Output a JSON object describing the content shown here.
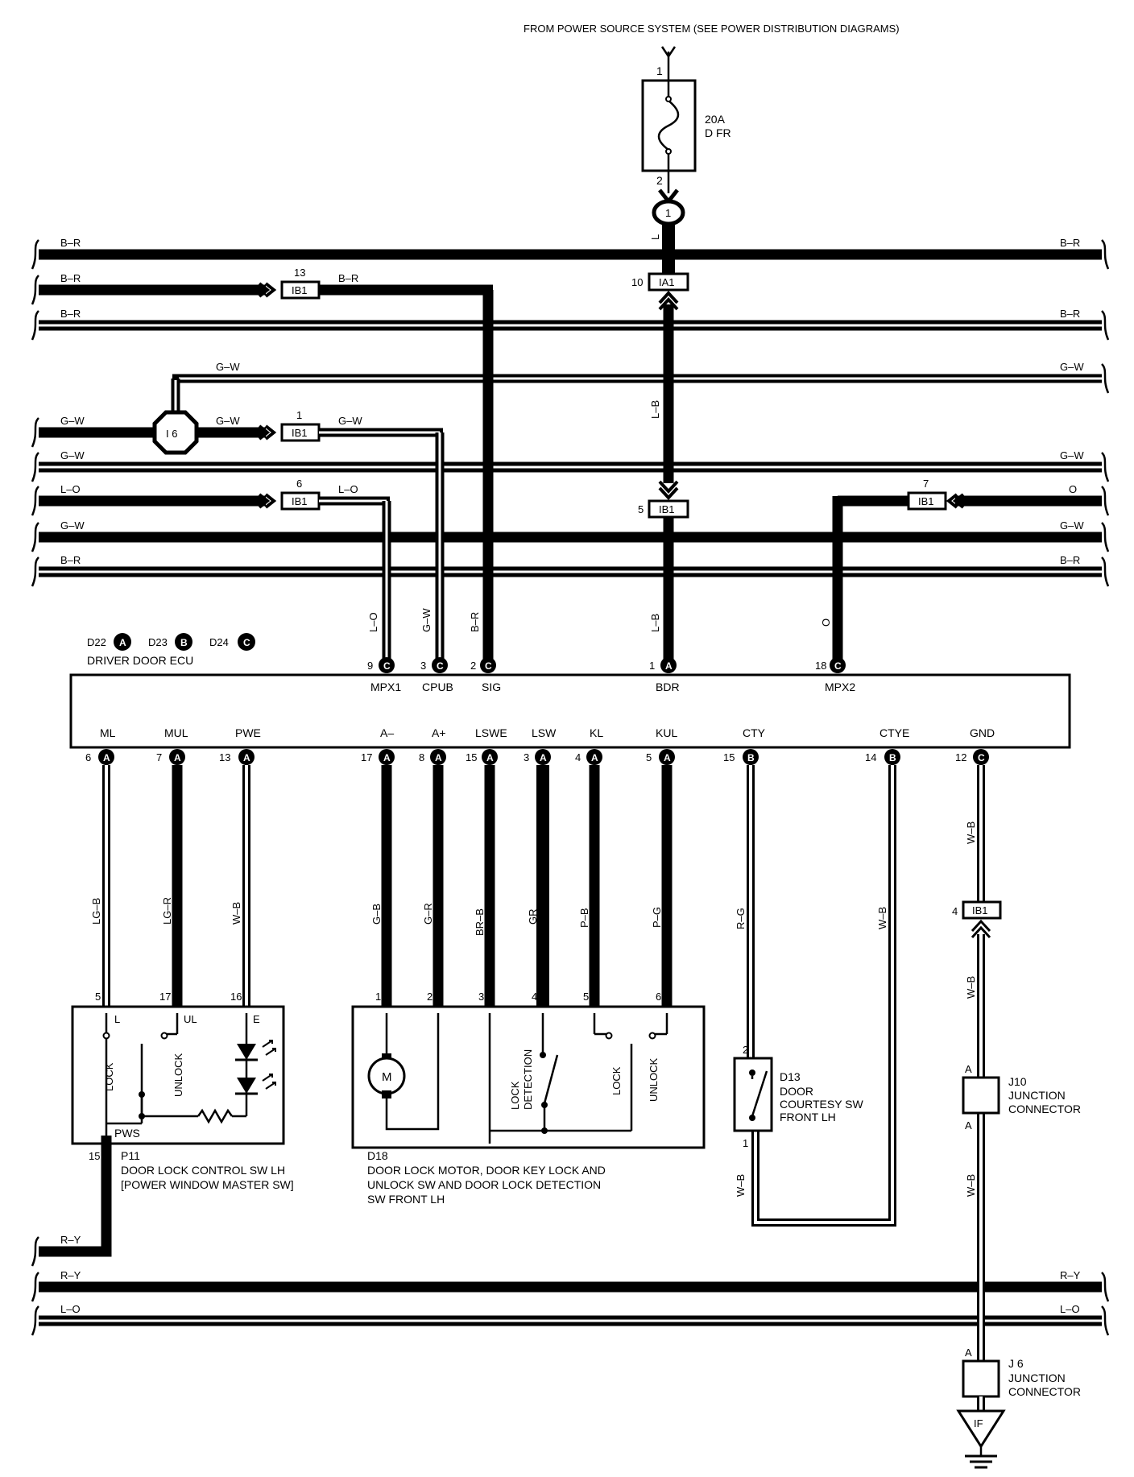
{
  "header": {
    "power_source": "FROM POWER SOURCE SYSTEM (SEE POWER DISTRIBUTION DIAGRAMS)"
  },
  "fuse": {
    "pin_in": "1",
    "pin_out": "2",
    "rating": "20A",
    "name": "D FR"
  },
  "ground_splice": {
    "label": "1"
  },
  "buses": {
    "top": [
      {
        "left": "B–R",
        "right": "B–R"
      },
      {
        "left": "B–R",
        "right": ""
      },
      {
        "left": "B–R",
        "right": "B–R"
      },
      {
        "left": "",
        "right": "G–W"
      },
      {
        "left": "G–W",
        "right": ""
      },
      {
        "left": "G–W",
        "right": "G–W"
      },
      {
        "left": "L–O",
        "right": "O"
      },
      {
        "left": "G–W",
        "right": "G–W"
      },
      {
        "left": "B–R",
        "right": "B–R"
      }
    ],
    "bottom": [
      {
        "left": "R–Y",
        "right": ""
      },
      {
        "left": "R–Y",
        "right": "R–Y"
      },
      {
        "left": "L–O",
        "right": "L–O"
      }
    ]
  },
  "junction_i6": {
    "label": "I 6"
  },
  "connectors": {
    "ib1_13": {
      "pin": "13",
      "name": "IB1",
      "wire_left": "B–R",
      "wire_right": "B–R"
    },
    "ia1_10": {
      "pin": "10",
      "name": "IA1"
    },
    "ib1_1": {
      "pin": "1",
      "name": "IB1",
      "wire_left": "G–W",
      "wire_right": "G–W"
    },
    "gw_upper": "G–W",
    "ib1_6": {
      "pin": "6",
      "name": "IB1",
      "wire_left": "L–O",
      "wire_right": "L–O"
    },
    "ib1_5": {
      "pin": "5",
      "name": "IB1"
    },
    "ib1_7": {
      "pin": "7",
      "name": "IB1"
    },
    "ib1_4": {
      "pin": "4",
      "name": "IB1"
    }
  },
  "wire_colors": {
    "fuse_out": "L",
    "bdr_upper": "L–B",
    "bdr_lower": "L–B",
    "mpx1": "L–O",
    "cpub": "G–W",
    "sig": "B–R",
    "mpx2": "O",
    "ml": "LG–B",
    "mul": "LG–R",
    "pwe": "W–B",
    "a_minus": "G–B",
    "a_plus": "G–R",
    "lswe": "BR–B",
    "lsw": "GR",
    "kl": "P–B",
    "kul": "P–G",
    "cty": "R–G",
    "ctye": "W–B",
    "gnd_a": "W–B",
    "gnd_b": "W–B",
    "gnd_c": "W–B",
    "d13_gnd": "W–B"
  },
  "ecu": {
    "part_ids": [
      "D22",
      "D23",
      "D24"
    ],
    "part_letters": [
      "A",
      "B",
      "C"
    ],
    "name": "DRIVER DOOR ECU",
    "top_pins": [
      {
        "num": "9",
        "con": "C",
        "name": "MPX1"
      },
      {
        "num": "3",
        "con": "C",
        "name": "CPUB"
      },
      {
        "num": "2",
        "con": "C",
        "name": "SIG"
      },
      {
        "num": "1",
        "con": "A",
        "name": "BDR"
      },
      {
        "num": "18",
        "con": "C",
        "name": "MPX2"
      }
    ],
    "bottom_pins": [
      {
        "num": "6",
        "con": "A",
        "name": "ML"
      },
      {
        "num": "7",
        "con": "A",
        "name": "MUL"
      },
      {
        "num": "13",
        "con": "A",
        "name": "PWE"
      },
      {
        "num": "17",
        "con": "A",
        "name": "A–"
      },
      {
        "num": "8",
        "con": "A",
        "name": "A+"
      },
      {
        "num": "15",
        "con": "A",
        "name": "LSWE"
      },
      {
        "num": "3",
        "con": "A",
        "name": "LSW"
      },
      {
        "num": "4",
        "con": "A",
        "name": "KL"
      },
      {
        "num": "5",
        "con": "A",
        "name": "KUL"
      },
      {
        "num": "15",
        "con": "B",
        "name": "CTY"
      },
      {
        "num": "14",
        "con": "B",
        "name": "CTYE"
      },
      {
        "num": "12",
        "con": "C",
        "name": "GND"
      }
    ]
  },
  "p11": {
    "pins": [
      "5",
      "17",
      "16",
      "15"
    ],
    "terms": [
      "L",
      "UL",
      "E"
    ],
    "lock": "LOCK",
    "unlock": "UNLOCK",
    "pws": "PWS",
    "id": "P11",
    "line1": "DOOR LOCK CONTROL SW LH",
    "line2": "[POWER WINDOW MASTER SW]"
  },
  "d18": {
    "pins": [
      "1",
      "2",
      "3",
      "4",
      "5",
      "6"
    ],
    "motor": "M",
    "detection_line1": "LOCK",
    "detection_line2": "DETECTION",
    "lock": "LOCK",
    "unlock": "UNLOCK",
    "id": "D18",
    "line1": "DOOR LOCK MOTOR,  DOOR KEY LOCK AND",
    "line2": "UNLOCK SW AND DOOR LOCK DETECTION",
    "line3": "SW FRONT LH"
  },
  "d13": {
    "pin_top": "2",
    "pin_bottom": "1",
    "id": "D13",
    "line1": "DOOR",
    "line2": "COURTESY SW",
    "line3": "FRONT LH"
  },
  "j10": {
    "pin_top": "A",
    "pin_bottom": "A",
    "id": "J10",
    "line1": "JUNCTION",
    "line2": "CONNECTOR"
  },
  "j6": {
    "pin_top": "A",
    "id": "J 6",
    "line1": "JUNCTION",
    "line2": "CONNECTOR"
  },
  "ground": {
    "label": "IF"
  }
}
